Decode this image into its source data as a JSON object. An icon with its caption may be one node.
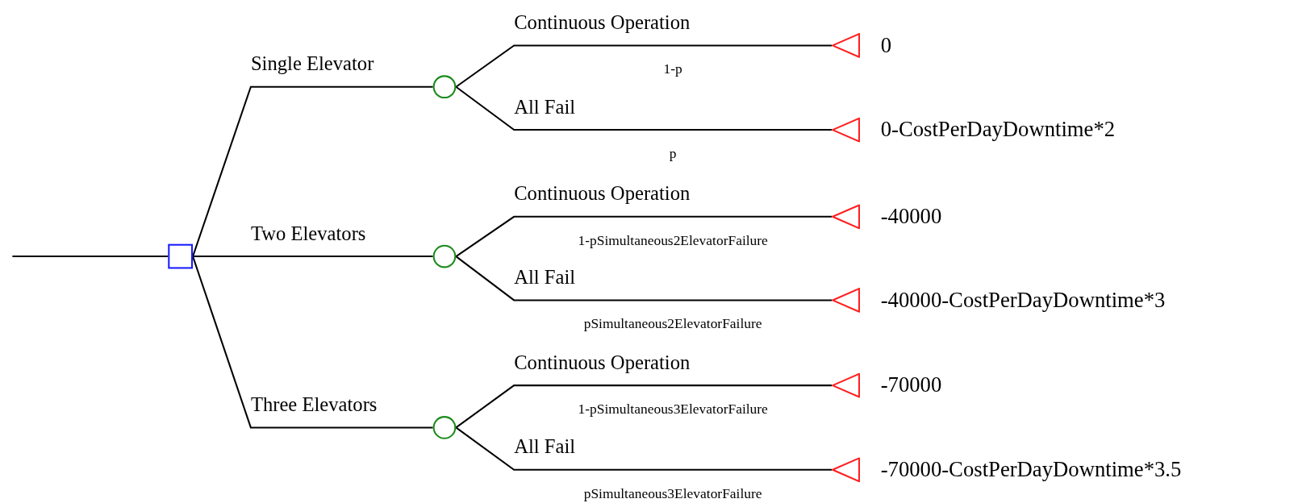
{
  "diagram": {
    "nodes": [
      {
        "text": [],
        "shape": "box"
      },
      {
        "text": [],
        "shape": "circle"
      },
      {
        "text": [],
        "shape": "circle"
      },
      {
        "text": [],
        "shape": "circle"
      },
      {
        "text": [],
        "shape": "triangle",
        "beside": [
          "0"
        ]
      },
      {
        "text": [],
        "shape": "triangle",
        "beside": [
          "0-CostPerDayDowntime*2"
        ]
      },
      {
        "text": [],
        "shape": "triangle",
        "beside": [
          "-40000"
        ]
      },
      {
        "text": [],
        "shape": "triangle",
        "beside": [
          "-40000-CostPerDayDowntime*3"
        ]
      },
      {
        "text": [],
        "shape": "triangle",
        "beside": [
          "-70000"
        ]
      },
      {
        "text": [],
        "shape": "triangle",
        "beside": [
          "-70000-CostPerDayDowntime*3.5"
        ]
      }
    ],
    "edges": [
      {
        "from": null,
        "to": 0,
        "arrow": "none"
      },
      {
        "from": 0,
        "to": 1,
        "arrow": "none",
        "label": "Single Elevator"
      },
      {
        "from": 0,
        "to": 2,
        "arrow": "none",
        "label": "Two Elevators"
      },
      {
        "from": 0,
        "to": 3,
        "arrow": "none",
        "label": "Three Elevators"
      },
      {
        "from": 1,
        "to": 4,
        "arrow": "none",
        "label": "Continuous Operation"
      },
      {
        "from": 1,
        "to": 5,
        "arrow": "none",
        "label": "All Fail"
      },
      {
        "from": 2,
        "to": 6,
        "arrow": "none",
        "label": "Continuous Operation"
      },
      {
        "from": 2,
        "to": 7,
        "arrow": "none",
        "label": "All Fail"
      },
      {
        "from": 3,
        "to": 8,
        "arrow": "none",
        "label": "Continuous Operation"
      },
      {
        "from": 3,
        "to": 9,
        "arrow": "none",
        "label": "All Fail"
      }
    ],
    "labels": [
      "1-p",
      "p",
      "1-pSimultaneous2ElevatorFailure",
      "pSimultaneous2ElevatorFailure",
      "1-pSimultaneous3ElevatorFailure",
      "pSimultaneous3ElevatorFailure"
    ]
  }
}
